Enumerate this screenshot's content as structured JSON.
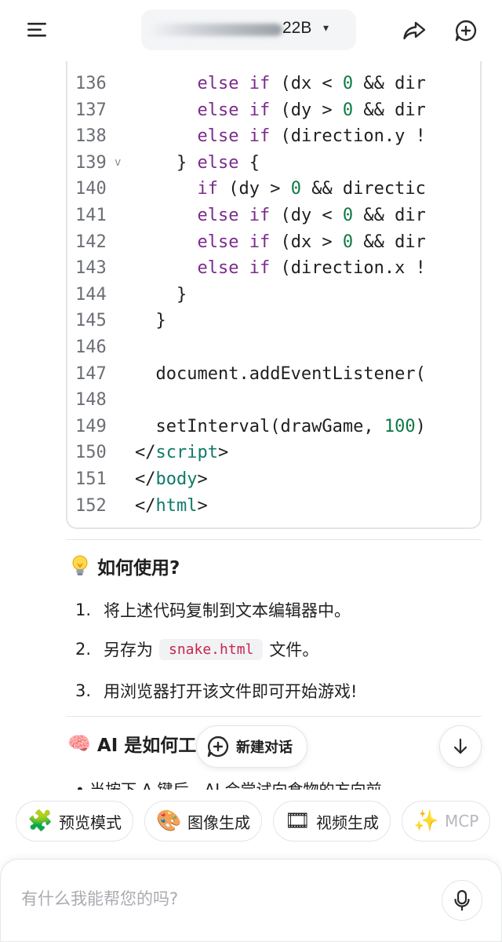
{
  "header": {
    "model_name": "22B",
    "model_caret": "▾"
  },
  "code": {
    "lines": [
      {
        "n": "136",
        "fold": "",
        "indent": "      ",
        "parts": [
          [
            "kw",
            "else if"
          ],
          [
            "t",
            " (dx < "
          ],
          [
            "num",
            "0"
          ],
          [
            "t",
            " && dir"
          ]
        ]
      },
      {
        "n": "137",
        "fold": "",
        "indent": "      ",
        "parts": [
          [
            "kw",
            "else if"
          ],
          [
            "t",
            " (dy > "
          ],
          [
            "num",
            "0"
          ],
          [
            "t",
            " && dir"
          ]
        ]
      },
      {
        "n": "138",
        "fold": "",
        "indent": "      ",
        "parts": [
          [
            "kw",
            "else if"
          ],
          [
            "t",
            " (direction.y !"
          ]
        ]
      },
      {
        "n": "139",
        "fold": "v",
        "indent": "    ",
        "parts": [
          [
            "t",
            "} "
          ],
          [
            "kw",
            "else"
          ],
          [
            "t",
            " {"
          ]
        ]
      },
      {
        "n": "140",
        "fold": "",
        "indent": "      ",
        "parts": [
          [
            "kw",
            "if"
          ],
          [
            "t",
            " (dy > "
          ],
          [
            "num",
            "0"
          ],
          [
            "t",
            " && directic"
          ]
        ]
      },
      {
        "n": "141",
        "fold": "",
        "indent": "      ",
        "parts": [
          [
            "kw",
            "else if"
          ],
          [
            "t",
            " (dy < "
          ],
          [
            "num",
            "0"
          ],
          [
            "t",
            " && dir"
          ]
        ]
      },
      {
        "n": "142",
        "fold": "",
        "indent": "      ",
        "parts": [
          [
            "kw",
            "else if"
          ],
          [
            "t",
            " (dx > "
          ],
          [
            "num",
            "0"
          ],
          [
            "t",
            " && dir"
          ]
        ]
      },
      {
        "n": "143",
        "fold": "",
        "indent": "      ",
        "parts": [
          [
            "kw",
            "else if"
          ],
          [
            "t",
            " (direction.x !"
          ]
        ]
      },
      {
        "n": "144",
        "fold": "",
        "indent": "    ",
        "parts": [
          [
            "t",
            "}"
          ]
        ]
      },
      {
        "n": "145",
        "fold": "",
        "indent": "  ",
        "parts": [
          [
            "t",
            "}"
          ]
        ]
      },
      {
        "n": "146",
        "fold": "",
        "indent": "",
        "parts": []
      },
      {
        "n": "147",
        "fold": "",
        "indent": "  ",
        "parts": [
          [
            "t",
            "document.addEventListener("
          ]
        ]
      },
      {
        "n": "148",
        "fold": "",
        "indent": "",
        "parts": []
      },
      {
        "n": "149",
        "fold": "",
        "indent": "  ",
        "parts": [
          [
            "t",
            "setInterval(drawGame, "
          ],
          [
            "num",
            "100"
          ],
          [
            "t",
            ")"
          ]
        ]
      },
      {
        "n": "150",
        "fold": "",
        "indent": "",
        "parts": [
          [
            "t",
            "</"
          ],
          [
            "tag",
            "script"
          ],
          [
            "t",
            ">"
          ]
        ]
      },
      {
        "n": "151",
        "fold": "",
        "indent": "",
        "parts": [
          [
            "t",
            "</"
          ],
          [
            "tag",
            "body"
          ],
          [
            "t",
            ">"
          ]
        ]
      },
      {
        "n": "152",
        "fold": "",
        "indent": "",
        "parts": [
          [
            "t",
            "</"
          ],
          [
            "tag",
            "html"
          ],
          [
            "t",
            ">"
          ]
        ]
      }
    ]
  },
  "how_to": {
    "title": "如何使用?",
    "steps": [
      {
        "num": "1.",
        "before": "将上述代码复制到文本编辑器中。",
        "chip": "",
        "after": ""
      },
      {
        "num": "2.",
        "before": "另存为",
        "chip": "snake.html",
        "after": "文件。"
      },
      {
        "num": "3.",
        "before": "用浏览器打开该文件即可开始游戏!",
        "chip": "",
        "after": ""
      }
    ]
  },
  "ai_section": {
    "title": "AI 是如何工",
    "cut_text": "• 当按下 A 键后，AI 会尝试向食物的方向前"
  },
  "float_new_chat": {
    "label": "新建对话"
  },
  "chips": [
    {
      "icon": "🧩",
      "icon_name": "puzzle-icon",
      "label": "预览模式",
      "dim": false
    },
    {
      "icon": "🎨",
      "icon_name": "palette-icon",
      "label": "图像生成",
      "dim": false
    },
    {
      "icon": "🎞",
      "icon_name": "film-icon",
      "label": "视频生成",
      "dim": false
    },
    {
      "icon": "✨",
      "icon_name": "sparkles-icon",
      "label": "MCP",
      "dim": true
    }
  ],
  "input": {
    "placeholder": "有什么我能帮您的吗?"
  },
  "colors": {
    "keyword": "#7b2c8c",
    "number": "#0e7a45",
    "tag": "#0f7a6a",
    "chip_code": "#c7254e"
  }
}
